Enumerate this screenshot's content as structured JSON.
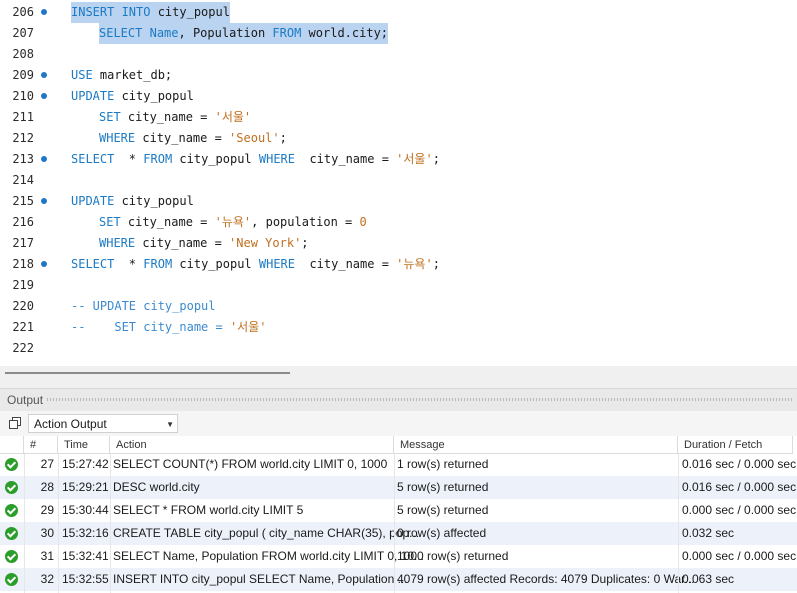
{
  "editor": {
    "lines": [
      {
        "n": "206",
        "bp": true,
        "indent": 0,
        "sel": true,
        "tokens": [
          [
            "kw",
            "INSERT INTO"
          ],
          [
            "t",
            " city_popul"
          ]
        ]
      },
      {
        "n": "207",
        "bp": false,
        "indent": 1,
        "sel": true,
        "tokens": [
          [
            "kw",
            "SELECT"
          ],
          [
            "t",
            " "
          ],
          [
            "kw",
            "Name"
          ],
          [
            "t",
            ", Population "
          ],
          [
            "kw",
            "FROM"
          ],
          [
            "t",
            " world.city;"
          ]
        ]
      },
      {
        "n": "208",
        "bp": false,
        "indent": 0,
        "sel": false,
        "tokens": []
      },
      {
        "n": "209",
        "bp": true,
        "indent": 0,
        "sel": false,
        "tokens": [
          [
            "kw",
            "USE"
          ],
          [
            "t",
            " market_db;"
          ]
        ]
      },
      {
        "n": "210",
        "bp": true,
        "indent": 0,
        "sel": false,
        "tokens": [
          [
            "kw",
            "UPDATE"
          ],
          [
            "t",
            " city_popul"
          ]
        ]
      },
      {
        "n": "211",
        "bp": false,
        "indent": 1,
        "sel": false,
        "tokens": [
          [
            "kw",
            "SET"
          ],
          [
            "t",
            " city_name = "
          ],
          [
            "str",
            "'서울'"
          ]
        ]
      },
      {
        "n": "212",
        "bp": false,
        "indent": 1,
        "sel": false,
        "tokens": [
          [
            "kw",
            "WHERE"
          ],
          [
            "t",
            " city_name = "
          ],
          [
            "str",
            "'Seoul'"
          ],
          [
            "t",
            ";"
          ]
        ]
      },
      {
        "n": "213",
        "bp": true,
        "indent": 0,
        "sel": false,
        "tokens": [
          [
            "kw",
            "SELECT"
          ],
          [
            "t",
            "  * "
          ],
          [
            "kw",
            "FROM"
          ],
          [
            "t",
            " city_popul "
          ],
          [
            "kw",
            "WHERE"
          ],
          [
            "t",
            "  city_name = "
          ],
          [
            "str",
            "'서울'"
          ],
          [
            "t",
            ";"
          ]
        ]
      },
      {
        "n": "214",
        "bp": false,
        "indent": 0,
        "sel": false,
        "tokens": []
      },
      {
        "n": "215",
        "bp": true,
        "indent": 0,
        "sel": false,
        "tokens": [
          [
            "kw",
            "UPDATE"
          ],
          [
            "t",
            " city_popul"
          ]
        ]
      },
      {
        "n": "216",
        "bp": false,
        "indent": 1,
        "sel": false,
        "tokens": [
          [
            "kw",
            "SET"
          ],
          [
            "t",
            " city_name = "
          ],
          [
            "str",
            "'뉴욕'"
          ],
          [
            "t",
            ", population = "
          ],
          [
            "num",
            "0"
          ]
        ]
      },
      {
        "n": "217",
        "bp": false,
        "indent": 1,
        "sel": false,
        "tokens": [
          [
            "kw",
            "WHERE"
          ],
          [
            "t",
            " city_name = "
          ],
          [
            "str",
            "'New York'"
          ],
          [
            "t",
            ";"
          ]
        ]
      },
      {
        "n": "218",
        "bp": true,
        "indent": 0,
        "sel": false,
        "tokens": [
          [
            "kw",
            "SELECT"
          ],
          [
            "t",
            "  * "
          ],
          [
            "kw",
            "FROM"
          ],
          [
            "t",
            " city_popul "
          ],
          [
            "kw",
            "WHERE"
          ],
          [
            "t",
            "  city_name = "
          ],
          [
            "str",
            "'뉴욕'"
          ],
          [
            "t",
            ";"
          ]
        ]
      },
      {
        "n": "219",
        "bp": false,
        "indent": 0,
        "sel": false,
        "tokens": []
      },
      {
        "n": "220",
        "bp": false,
        "indent": 0,
        "sel": false,
        "tokens": [
          [
            "cmt",
            "-- UPDATE city_popul"
          ]
        ]
      },
      {
        "n": "221",
        "bp": false,
        "indent": 0,
        "sel": false,
        "tokens": [
          [
            "cmt",
            "--    SET city_name = "
          ],
          [
            "str",
            "'서울'"
          ]
        ]
      },
      {
        "n": "222",
        "bp": false,
        "indent": 0,
        "sel": false,
        "tokens": []
      }
    ]
  },
  "output": {
    "title": "Output",
    "mode": "Action Output",
    "columns": [
      "#",
      "Time",
      "Action",
      "Message",
      "Duration / Fetch"
    ],
    "rows": [
      {
        "num": "27",
        "time": "15:27:42",
        "action": "SELECT COUNT(*) FROM world.city LIMIT 0, 1000",
        "message": "1 row(s) returned",
        "duration": "0.016 sec / 0.000 sec"
      },
      {
        "num": "28",
        "time": "15:29:21",
        "action": "DESC world.city",
        "message": "5 row(s) returned",
        "duration": "0.016 sec / 0.000 sec"
      },
      {
        "num": "29",
        "time": "15:30:44",
        "action": "SELECT * FROM world.city LIMIT 5",
        "message": "5 row(s) returned",
        "duration": "0.000 sec / 0.000 sec"
      },
      {
        "num": "30",
        "time": "15:32:16",
        "action": "CREATE TABLE city_popul ( city_name CHAR(35), pop...",
        "message": "0 row(s) affected",
        "duration": "0.032 sec"
      },
      {
        "num": "31",
        "time": "15:32:41",
        "action": "SELECT Name, Population FROM world.city LIMIT 0, 10...",
        "message": "1000 row(s) returned",
        "duration": "0.000 sec / 0.000 sec"
      },
      {
        "num": "32",
        "time": "15:32:55",
        "action": "INSERT INTO city_popul     SELECT Name, Population ...",
        "message": "4079 row(s) affected Records: 4079  Duplicates: 0  War...",
        "duration": "0.063 sec"
      }
    ]
  }
}
